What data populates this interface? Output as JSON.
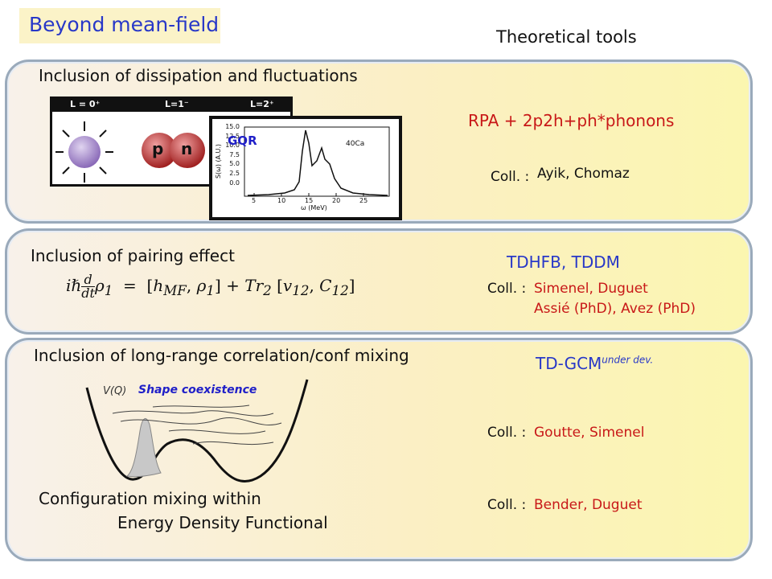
{
  "header": {
    "title": "Beyond mean-field",
    "tools_label": "Theoretical tools"
  },
  "panel1": {
    "heading": "Inclusion of dissipation and fluctuations",
    "method": "RPA + 2p2h+ph*phonons",
    "coll_label": "Coll. :",
    "coll_names": "Ayik, Chomaz",
    "figure": {
      "modes": [
        "L = 0⁺",
        "L=1⁻",
        "L=2⁺"
      ],
      "p_label": "p",
      "n_label": "n",
      "gqr_label": "GQR",
      "ca_label": "40Ca",
      "y_axis_label": "S(ω) (A.U.)",
      "x_axis_label": "ω (MeV)",
      "x_ticks": [
        "5",
        "10",
        "15",
        "20",
        "25"
      ],
      "y_ticks": [
        "15.0",
        "12.5",
        "10.0",
        "7.5",
        "5.0",
        "2.5",
        "0.0"
      ]
    }
  },
  "panel2": {
    "heading": "Inclusion of pairing effect",
    "method": "TDHFB, TDDM",
    "coll_label": "Coll. :",
    "coll_names_1": "Simenel, Duguet",
    "coll_names_2": "Assié (PhD), Avez (PhD)"
  },
  "panel3": {
    "heading": "Inclusion of long-range correlation/conf mixing",
    "method": "TD-GCM",
    "method_sup": "under dev.",
    "vq_label": "V(Q)",
    "shape_label": "Shape coexistence",
    "coll1_label": "Coll. :",
    "coll1_names": "Goutte, Simenel",
    "coll2_label": "Coll. :",
    "coll2_names": "Bender, Duguet",
    "footer_line1": "Configuration mixing within",
    "footer_line2": "Energy Density Functional"
  },
  "colors": {
    "title_blue": "#2838c8",
    "red": "#c81818",
    "panel_border": "#9aaabb"
  }
}
